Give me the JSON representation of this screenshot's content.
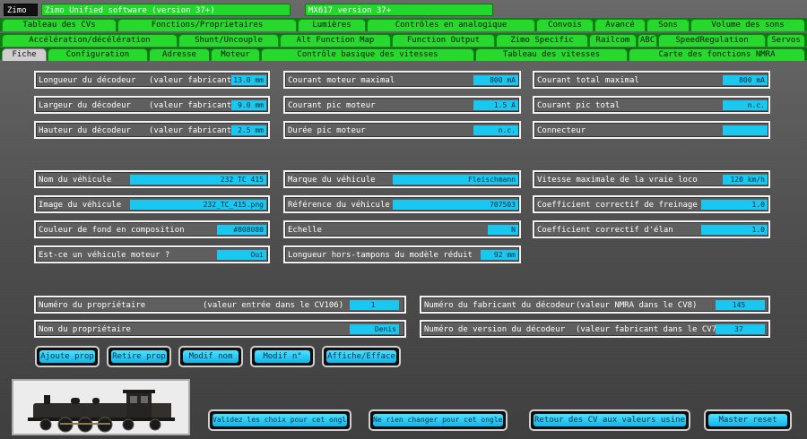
{
  "titlebar": {
    "app_short": "Zimo",
    "software": "Zimo Unified software (version 37+)",
    "decoder": "MX617 version 37+"
  },
  "tabs_row1": [
    "Tableau des CVs",
    "Fonctions/Proprietaires",
    "Lumières",
    "Contrôles en analogique",
    "Convois",
    "Avancé",
    "Sons",
    "Volume des sons"
  ],
  "tabs_row2": [
    "Accélération/décélération",
    "Shunt/Uncouple",
    "Alt Function Map",
    "Function Output",
    "Zimo Specific",
    "Railcom",
    "ABC",
    "SpeedRegulation",
    "Servos"
  ],
  "tabs_row3": [
    "Fiche",
    "Configuration",
    "Adresse",
    "Moteur",
    "Contrôle basique des vitesses",
    "Tableau des vitesses",
    "Carte des fonctions NMRA"
  ],
  "decoder_fields": [
    {
      "label": "Longueur du décodeur",
      "note": "(valeur fabricant)",
      "value": "13.0 mm"
    },
    {
      "label": "Largeur du décodeur",
      "note": "(valeur fabricant)",
      "value": "9.0 mm"
    },
    {
      "label": "Hauteur du décodeur",
      "note": "(valeur fabricant)",
      "value": "2.5 mm"
    }
  ],
  "motor_fields": [
    {
      "label": "Courant moteur maximal",
      "value": "800 mA"
    },
    {
      "label": "Courant pic moteur",
      "value": "1.5 A"
    },
    {
      "label": "Durée pic moteur",
      "value": "n.c."
    }
  ],
  "total_fields": [
    {
      "label": "Courant total maximal",
      "value": "800 mA"
    },
    {
      "label": "Courant pic total",
      "value": "n.c."
    },
    {
      "label": "Connecteur",
      "value": ""
    }
  ],
  "vehicle_left": [
    {
      "label": "Nom du véhicule",
      "value": "232 TC 415"
    },
    {
      "label": "Image du véhicule",
      "value": "232_TC_415.png"
    },
    {
      "label": "Couleur de fond en composition",
      "value": "#808080"
    },
    {
      "label": "Est-ce un véhicule moteur ?",
      "value": "Oui"
    }
  ],
  "vehicle_mid": [
    {
      "label": "Marque du véhicule",
      "value": "Fleischmann"
    },
    {
      "label": "Référence du véhicule",
      "value": "707503"
    },
    {
      "label": "Echelle",
      "value": "N"
    },
    {
      "label": "Longueur hors-tampons du modèle réduit",
      "value": "92 mm"
    }
  ],
  "vehicle_right": [
    {
      "label": "Vitesse maximale de la vraie loco",
      "value": "120 km/h"
    },
    {
      "label": "Coefficient correctif de freinage",
      "value": "1.0"
    },
    {
      "label": "Coefficient correctif d'élan",
      "value": "1.0"
    }
  ],
  "owner": {
    "number_label": "Numéro du propriétaire",
    "number_note": "(valeur entrée dans le CV106)",
    "number_value": "1",
    "name_label": "Nom du propriétaire",
    "name_value": "Denis"
  },
  "manufacturer": {
    "num_label": "Numéro du fabricant du décodeur",
    "num_note": "(valeur NMRA dans le CV8)",
    "num_value": "145",
    "ver_label": "Numéro de version du décodeur",
    "ver_note": "(valeur fabricant dans le CV7)",
    "ver_value": "37"
  },
  "owner_buttons": [
    "Ajoute prop",
    "Retire prop",
    "Modif nom",
    "Modif n°",
    "Affiche/Efface"
  ],
  "bottom_buttons": [
    "Validez les choix pour cet onglet",
    "Ne rien changer pour cet onglet",
    "Retour des CV aux valeurs usine",
    "Master reset"
  ],
  "colors": {
    "tab_green": "#26d92c",
    "value_cyan": "#18c8f0",
    "field_border": "#f2f2f2"
  }
}
